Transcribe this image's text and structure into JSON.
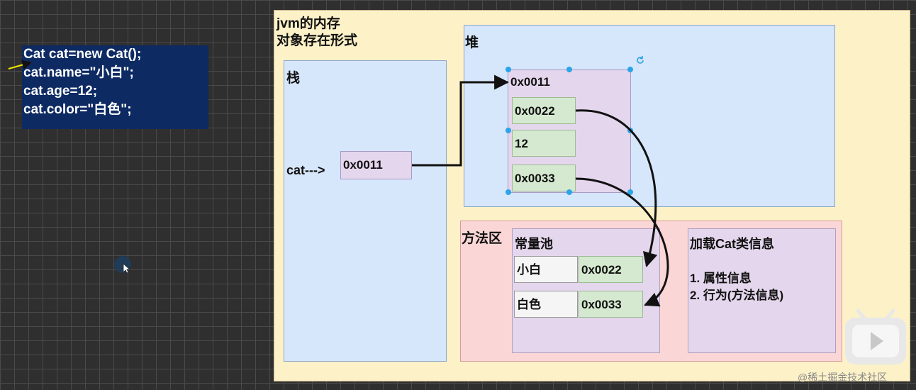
{
  "code": {
    "lines": [
      "Cat cat=new Cat();",
      "cat.name=\"小白\";",
      "cat.age=12;",
      "cat.color=\"白色\";"
    ]
  },
  "jvm": {
    "title_line1": "jvm的内存",
    "title_line2": "对象存在形式"
  },
  "stack": {
    "title": "栈",
    "var_label": "cat--->",
    "var_value": "0x0011"
  },
  "heap": {
    "title": "堆",
    "object_address": "0x0011",
    "fields": [
      "0x0022",
      "12",
      "0x0033"
    ]
  },
  "method_area": {
    "title": "方法区",
    "constant_pool": {
      "title": "常量池",
      "entries": [
        {
          "value": "小白",
          "address": "0x0022"
        },
        {
          "value": "白色",
          "address": "0x0033"
        }
      ]
    },
    "class_info": {
      "title": "加载Cat类信息",
      "items": [
        "1. 属性信息",
        "2. 行为(方法信息)"
      ]
    }
  },
  "watermark": "@稀土掘金技术社区",
  "colors": {
    "code_bg": "#0d2a63",
    "jvm_bg": "#fdf1c8",
    "region_blue": "#d6e6fb",
    "method_pink": "#fad6d6",
    "lilac": "#e4d6ec",
    "cell_green": "#d5e9d0",
    "arrow": "#111111",
    "cursor_yellow": "#f5e400",
    "selection_handle": "#2ca4e8"
  }
}
